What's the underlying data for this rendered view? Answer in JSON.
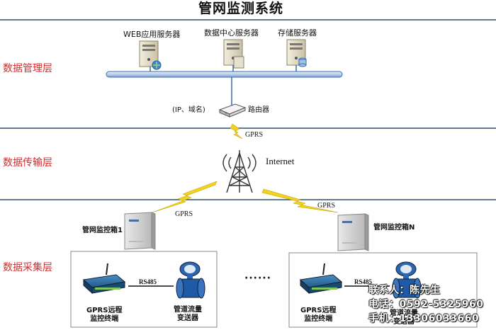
{
  "title": "管网监测系统",
  "layers": {
    "management": "数据管理层",
    "transport": "数据传输层",
    "collection": "数据采集层"
  },
  "servers": {
    "web": "WEB应用服务器",
    "data_center": "数据中心服务器",
    "storage": "存储服务器"
  },
  "router": {
    "address": "(IP、域名)",
    "label": "路由器"
  },
  "links": {
    "gprs_top": "GPRS",
    "internet": "Internet",
    "gprs_left": "GPRS",
    "gprs_right": "GPRS"
  },
  "boxes": {
    "box1": "管网监控箱1",
    "boxN": "管网监控箱N"
  },
  "field_devices": {
    "terminal": "GPRS远程\n监控终端",
    "rs485": "RS485",
    "meter": "管道流量\n变送器",
    "ellipsis": "······"
  },
  "contact": {
    "person": "联系人：陈先生",
    "phone": "电话：0592-5325960",
    "mobile": "手机：13306033660"
  },
  "colors": {
    "bus_fill": "#cfdff2",
    "bus_stroke": "#3a6ea8",
    "layer_label": "#d32b2b",
    "lightning": "#f2d21a",
    "separator": "#2d4f6e"
  }
}
